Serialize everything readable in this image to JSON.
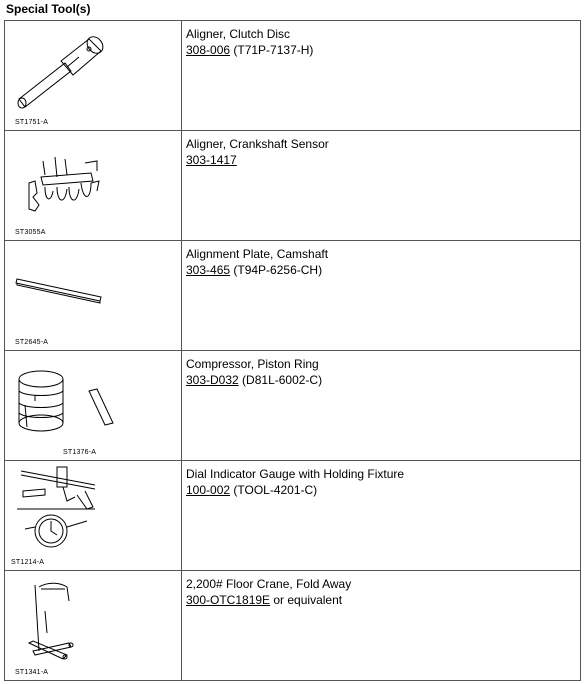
{
  "section_title": "Special Tool(s)",
  "tools": [
    {
      "code": "ST1751-A",
      "name": "Aligner, Clutch Disc",
      "number": "308-006",
      "suffix": " (T71P-7137-H)"
    },
    {
      "code": "ST3055A",
      "name": "Aligner, Crankshaft Sensor",
      "number": "303-1417",
      "suffix": ""
    },
    {
      "code": "ST2645-A",
      "name": "Alignment Plate, Camshaft",
      "number": "303-465",
      "suffix": " (T94P-6256-CH)"
    },
    {
      "code": "ST1376-A",
      "name": "Compressor, Piston Ring",
      "number": "303-D032",
      "suffix": " (D81L-6002-C)"
    },
    {
      "code": "ST1214-A",
      "name": "Dial Indicator Gauge with Holding Fixture",
      "number": "100-002",
      "suffix": " (TOOL-4201-C)"
    },
    {
      "code": "ST1341-A",
      "name": "2,200# Floor Crane, Fold Away",
      "number": "300-OTC1819E",
      "suffix": " or equivalent"
    }
  ]
}
